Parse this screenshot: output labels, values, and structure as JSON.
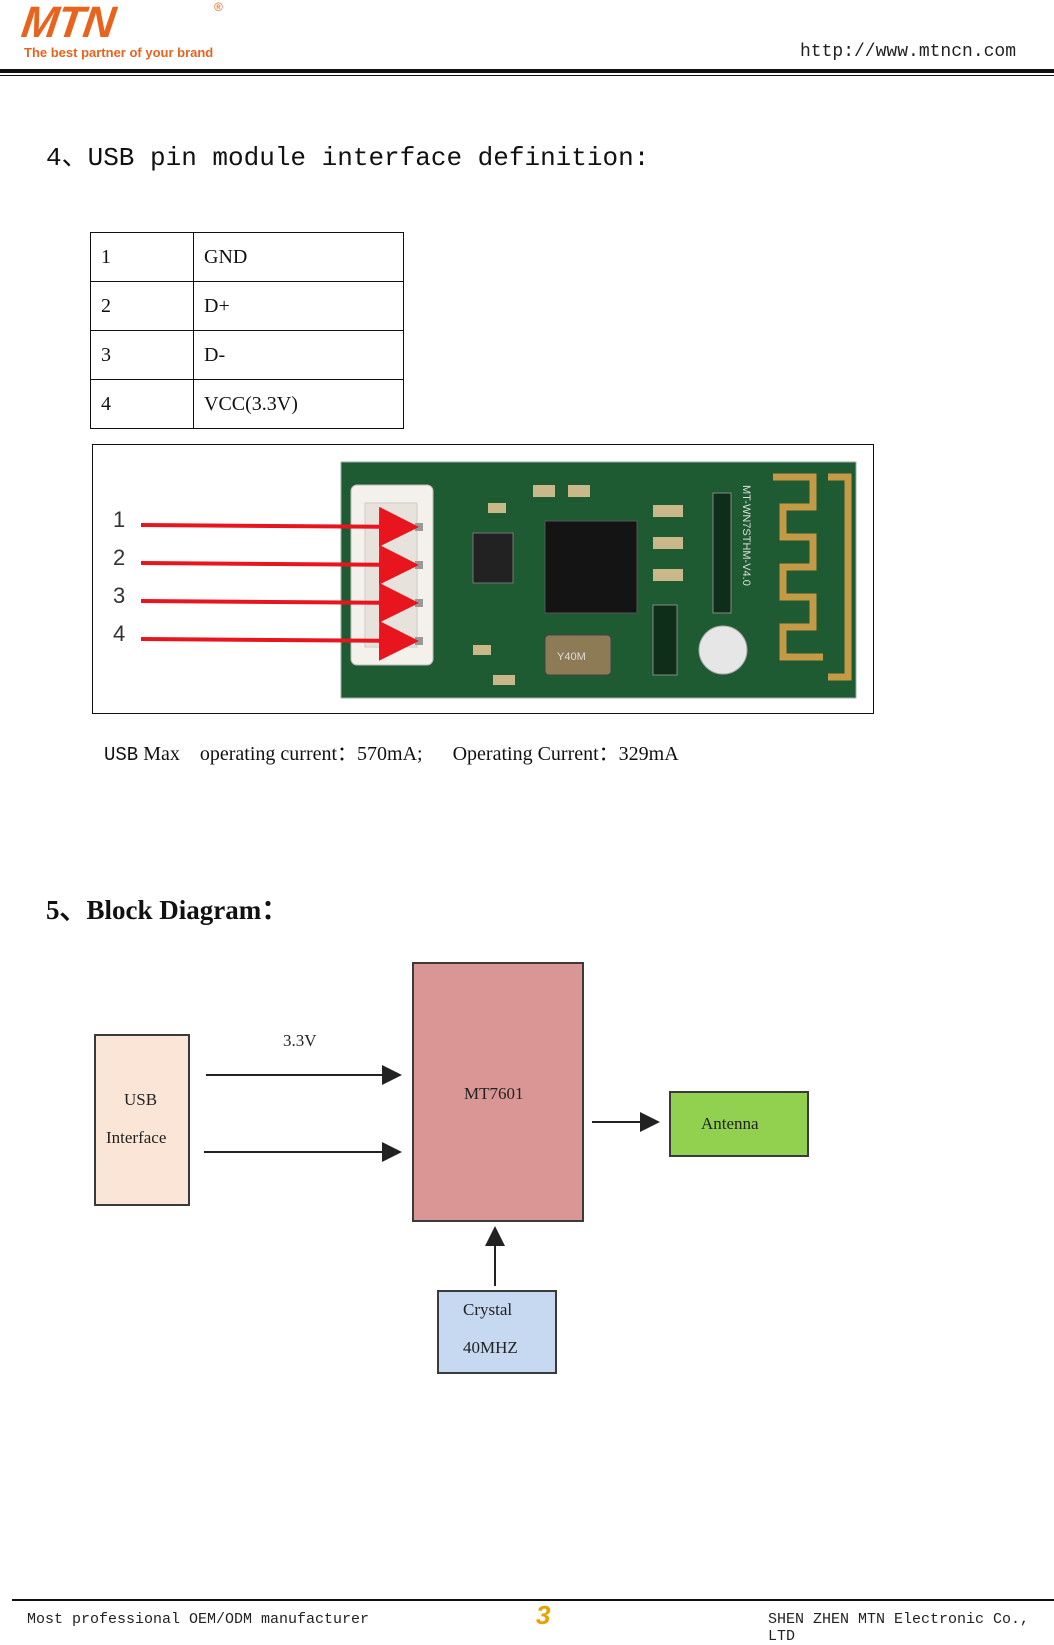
{
  "header": {
    "logo_text": "MTN",
    "registered_mark": "®",
    "tagline": "The best partner of your brand",
    "url": "http://www.mtncn.com"
  },
  "section4": {
    "title": "4、USB pin module interface definition:",
    "pins": [
      {
        "num": "1",
        "name": "GND"
      },
      {
        "num": "2",
        "name": "D+"
      },
      {
        "num": "3",
        "name": "D-"
      },
      {
        "num": "4",
        "name": "VCC(3.3V)"
      }
    ],
    "photo": {
      "pin_labels": [
        "1",
        "2",
        "3",
        "4"
      ],
      "board_silkscreen": "MT-WN7STHM-V4.0",
      "crystal_marking": "Y40M"
    },
    "current": {
      "prefix": "USB",
      "text": " Max    operating current：570mA;      Operating Current：329mA"
    }
  },
  "section5": {
    "title": "5、Block Diagram：",
    "diagram": {
      "usb_line1": "USB",
      "usb_line2": "Interface",
      "voltage_label": "3.3V",
      "chip": "MT7601",
      "antenna": "Antenna",
      "crystal_line1": "Crystal",
      "crystal_line2": "40MHZ"
    }
  },
  "footer": {
    "left": "Most professional OEM/ODM manufacturer",
    "page": "3",
    "right": "SHEN ZHEN MTN Electronic Co., LTD"
  },
  "colors": {
    "brand": "#e8641e",
    "usb_block": "#fbe5d6",
    "chip_block": "#d99694",
    "antenna_block": "#92d050",
    "crystal_block": "#c6d9f1",
    "pcb_green": "#1e5a32",
    "arrow_red": "#e8141e"
  }
}
